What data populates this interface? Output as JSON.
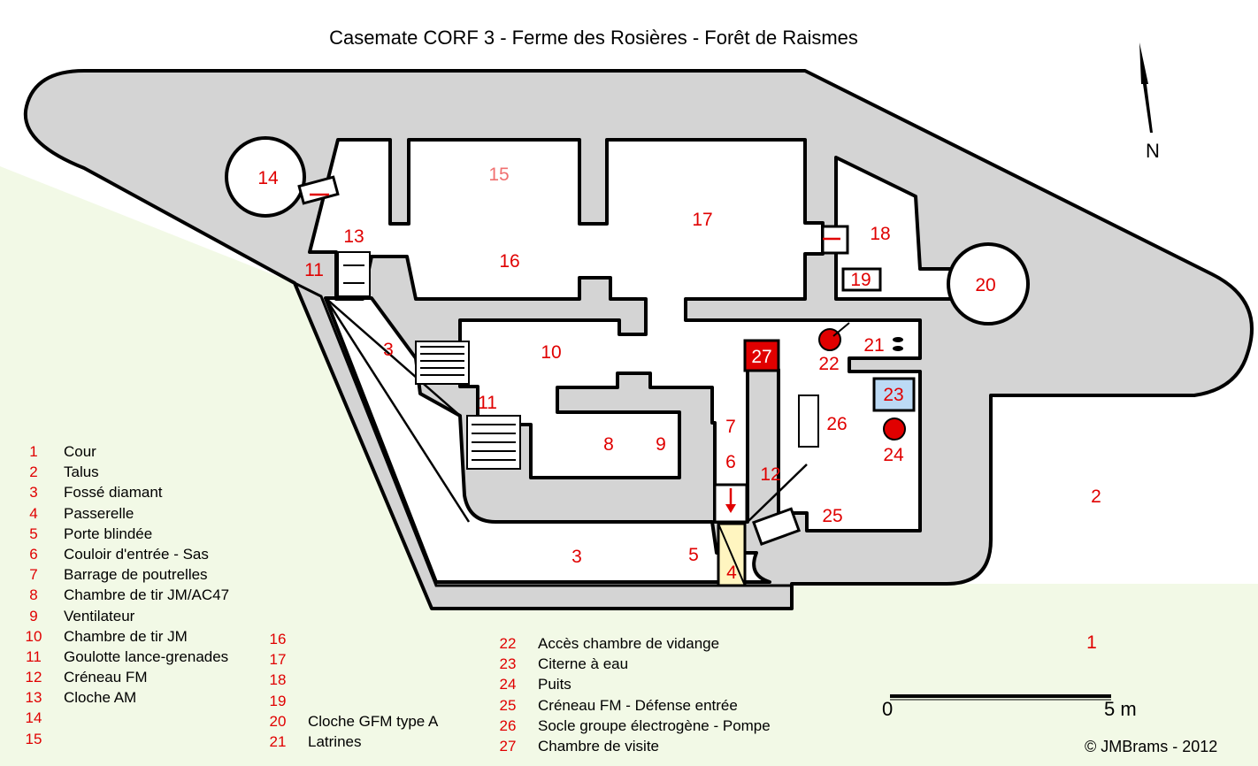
{
  "title": "Casemate CORF 3  -  Ferme des Rosières  -  Forêt de Raismes",
  "north_label": "N",
  "scale": {
    "zero": "0",
    "end": "5 m"
  },
  "copyright": "©  JMBrams  -  2012",
  "colors": {
    "background": "#f2f9e6",
    "earth": "#d4d4d4",
    "wall": "#000000",
    "room": "#ffffff",
    "label": "#e00000",
    "room27": "#e00000",
    "room23": "#bcdaf5",
    "room4": "#fff5c0"
  },
  "map_labels": {
    "l1": "1",
    "l2": "2",
    "l3a": "3",
    "l3b": "3",
    "l4": "4",
    "l5": "5",
    "l6": "6",
    "l7": "7",
    "l8": "8",
    "l9": "9",
    "l10": "10",
    "l11a": "11",
    "l11b": "11",
    "l12": "12",
    "l13": "13",
    "l14": "14",
    "l15": "15",
    "l16": "16",
    "l17": "17",
    "l18": "18",
    "l19": "19",
    "l20": "20",
    "l21": "21",
    "l22": "22",
    "l23": "23",
    "l24": "24",
    "l25": "25",
    "l26": "26",
    "l27": "27"
  },
  "legend_col1": [
    {
      "num": "1",
      "text": "Cour"
    },
    {
      "num": "2",
      "text": "Talus"
    },
    {
      "num": "3",
      "text": "Fossé diamant"
    },
    {
      "num": "4",
      "text": "Passerelle"
    },
    {
      "num": "5",
      "text": "Porte blindée"
    },
    {
      "num": "6",
      "text": "Couloir d'entrée - Sas"
    },
    {
      "num": "7",
      "text": "Barrage de poutrelles"
    },
    {
      "num": "8",
      "text": "Chambre de tir JM/AC47"
    },
    {
      "num": "9",
      "text": "Ventilateur"
    },
    {
      "num": "10",
      "text": "Chambre de tir JM"
    },
    {
      "num": "11",
      "text": "Goulotte lance-grenades"
    },
    {
      "num": "12",
      "text": "Créneau FM"
    },
    {
      "num": "13",
      "text": "Cloche AM"
    },
    {
      "num": "14",
      "text": ""
    },
    {
      "num": "15",
      "text": ""
    }
  ],
  "legend_col2": [
    {
      "num": "16",
      "text": ""
    },
    {
      "num": "17",
      "text": ""
    },
    {
      "num": "18",
      "text": ""
    },
    {
      "num": "19",
      "text": ""
    },
    {
      "num": "20",
      "text": "Cloche GFM  type A"
    },
    {
      "num": "21",
      "text": "Latrines"
    }
  ],
  "legend_col3": [
    {
      "num": "22",
      "text": "Accès chambre de vidange"
    },
    {
      "num": "23",
      "text": "Citerne à eau"
    },
    {
      "num": "24",
      "text": "Puits"
    },
    {
      "num": "25",
      "text": "Créneau FM - Défense entrée"
    },
    {
      "num": "26",
      "text": "Socle groupe électrogène - Pompe"
    },
    {
      "num": "27",
      "text": "Chambre de visite"
    }
  ]
}
